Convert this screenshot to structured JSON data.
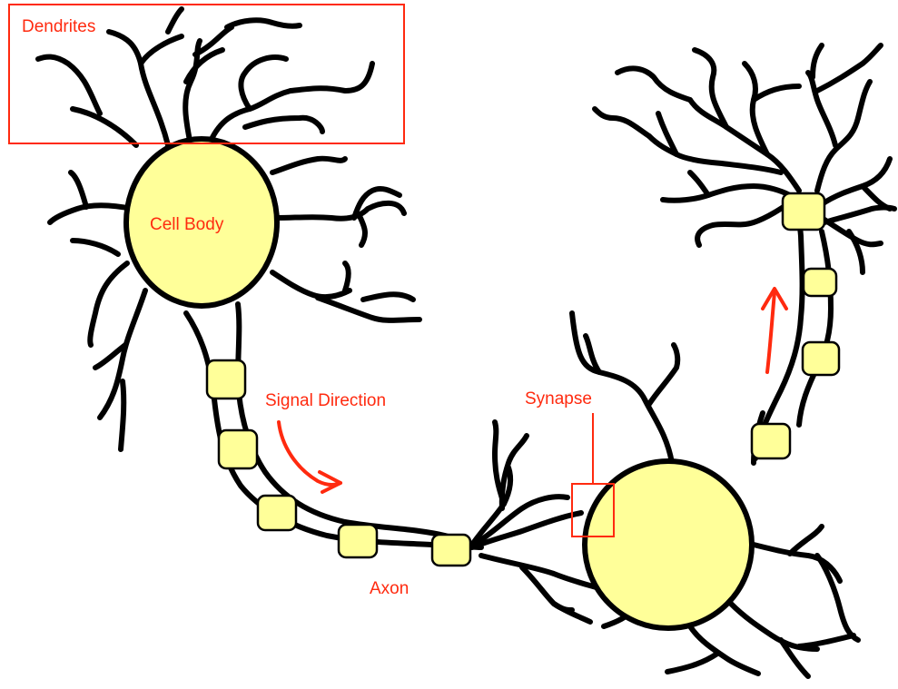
{
  "labels": {
    "dendrites": "Dendrites",
    "cell_body": "Cell Body",
    "signal_direction": "Signal Direction",
    "synapse": "Synapse",
    "axon": "Axon"
  },
  "colors": {
    "label": "#ff2a0f",
    "myelin": "#ffff99",
    "cell_body": "#ffff99",
    "outline": "#000000"
  }
}
